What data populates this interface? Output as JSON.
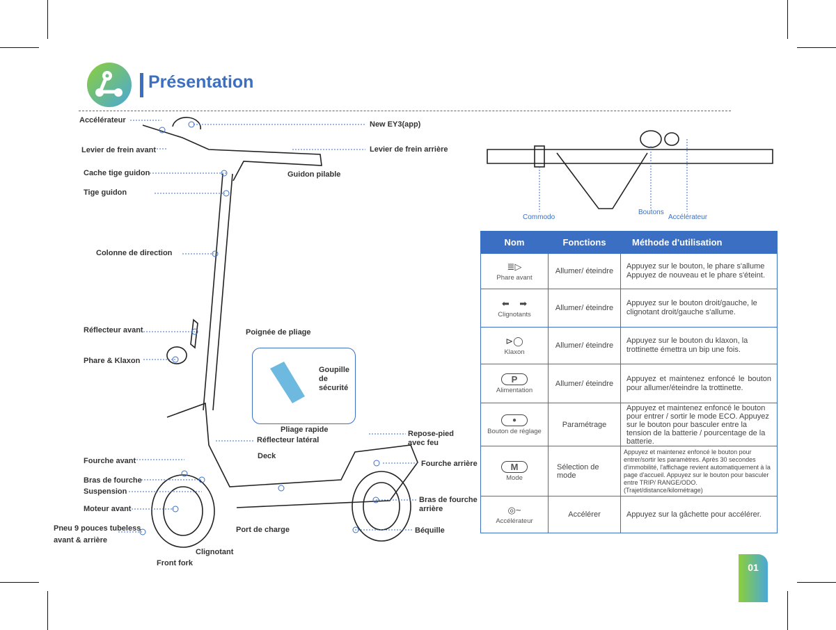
{
  "header": {
    "title": "Présentation",
    "icon": "share-nodes-icon"
  },
  "scooter_labels": {
    "accelerator": "Accélérateur",
    "front_brake": "Levier de frein avant",
    "stem_cover": "Cache tige guidon",
    "stem": "Tige guidon",
    "app": "New EY3(app)",
    "rear_brake": "Levier de frein arrière",
    "folding_bar": "Guidon pilable",
    "steering_column": "Colonne de direction",
    "front_reflector": "Réflecteur avant",
    "headlight_horn": "Phare & Klaxon",
    "folding_handle": "Poignée de pliage",
    "safety_pin": "Goupille de sécurité",
    "quick_fold": "Pliage rapide",
    "side_reflector": "Réflecteur latéral",
    "deck": "Deck",
    "footrest": "Repose-pied avec feu",
    "front_fork": "Fourche avant",
    "fork_arm": "Bras de fourche",
    "suspension": "Suspension",
    "front_motor": "Moteur avant",
    "tire": "Pneu 9 pouces tubeless avant & arrière",
    "front_fork_en": "Front fork",
    "indicator": "Clignotant",
    "charge_port": "Port de charge",
    "rear_fork": "Fourche arrière",
    "rear_fork_arm": "Bras de fourche arrière",
    "kickstand": "Béquille"
  },
  "handlebar_labels": {
    "switch": "Commodo",
    "buttons": "Boutons",
    "accelerator": "Accélérateur"
  },
  "table": {
    "headers": [
      "Nom",
      "Fonctions",
      "Méthode d'utilisation"
    ],
    "rows": [
      {
        "icon": "headlight-icon",
        "name": "Phare avant",
        "function": "Allumer/ éteindre",
        "method": "Appuyez sur le bouton, le phare s'allume Appuyez de nouveau et le phare s'éteint."
      },
      {
        "icon": "turn-signals-icon",
        "name": "Clignotants",
        "function": "Allumer/ éteindre",
        "method": "Appuyez sur le bouton droit/gauche, le clignotant droit/gauche s'allume."
      },
      {
        "icon": "horn-icon",
        "name": "Klaxon",
        "function": "Allumer/ éteindre",
        "method": "Appuyez sur le bouton du klaxon, la trottinette émettra un bip une fois."
      },
      {
        "icon": "power-icon",
        "icon_text": "P",
        "name": "Alimentation",
        "function": "Allumer/ éteindre",
        "method": "Appuyez et maintenez enfoncé le bouton pour allumer/éteindre la trottinette."
      },
      {
        "icon": "settings-button-icon",
        "icon_text": "●",
        "name": "Bouton de réglage",
        "function": "Paramétrage",
        "method": "Appuyez et maintenez enfoncé le bouton pour entrer / sortir le mode ECO. Appuyez sur le bouton pour basculer entre la tension de la batterie / pourcentage de la batterie."
      },
      {
        "icon": "mode-icon",
        "icon_text": "M",
        "name": "Mode",
        "function": "Sélection de mode",
        "method": "Appuyez et maintenez enfoncé le bouton pour entrer/sortir les paramètres. Après 30 secondes d'immobilité, l'affichage revient automatiquement à la page d'accueil. Appuyez sur le bouton pour basculer entre TRIP/ RANGE/ODO. (Trajet/distance/kilométrage)"
      },
      {
        "icon": "throttle-icon",
        "name": "Accélérateur",
        "function": "Accélérer",
        "method": "Appuyez sur la gâchette pour accélérer."
      }
    ]
  },
  "page_number": "01",
  "colors": {
    "accent": "#3a6fc4",
    "gradient_start": "#8ccf3a",
    "gradient_end": "#4aa8d8"
  }
}
